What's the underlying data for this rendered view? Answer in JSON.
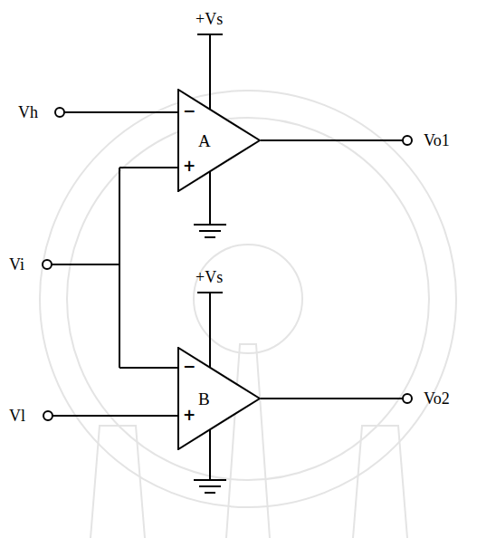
{
  "diagram": {
    "nodes": [
      {
        "text": [
          "A"
        ]
      },
      {
        "text": [
          "B"
        ]
      }
    ],
    "labels": [
      "+Vs",
      "Vh",
      "−",
      "+",
      "Vo1",
      "Vi",
      "+Vs",
      "−",
      "+",
      "Vl",
      "Vo2"
    ]
  }
}
